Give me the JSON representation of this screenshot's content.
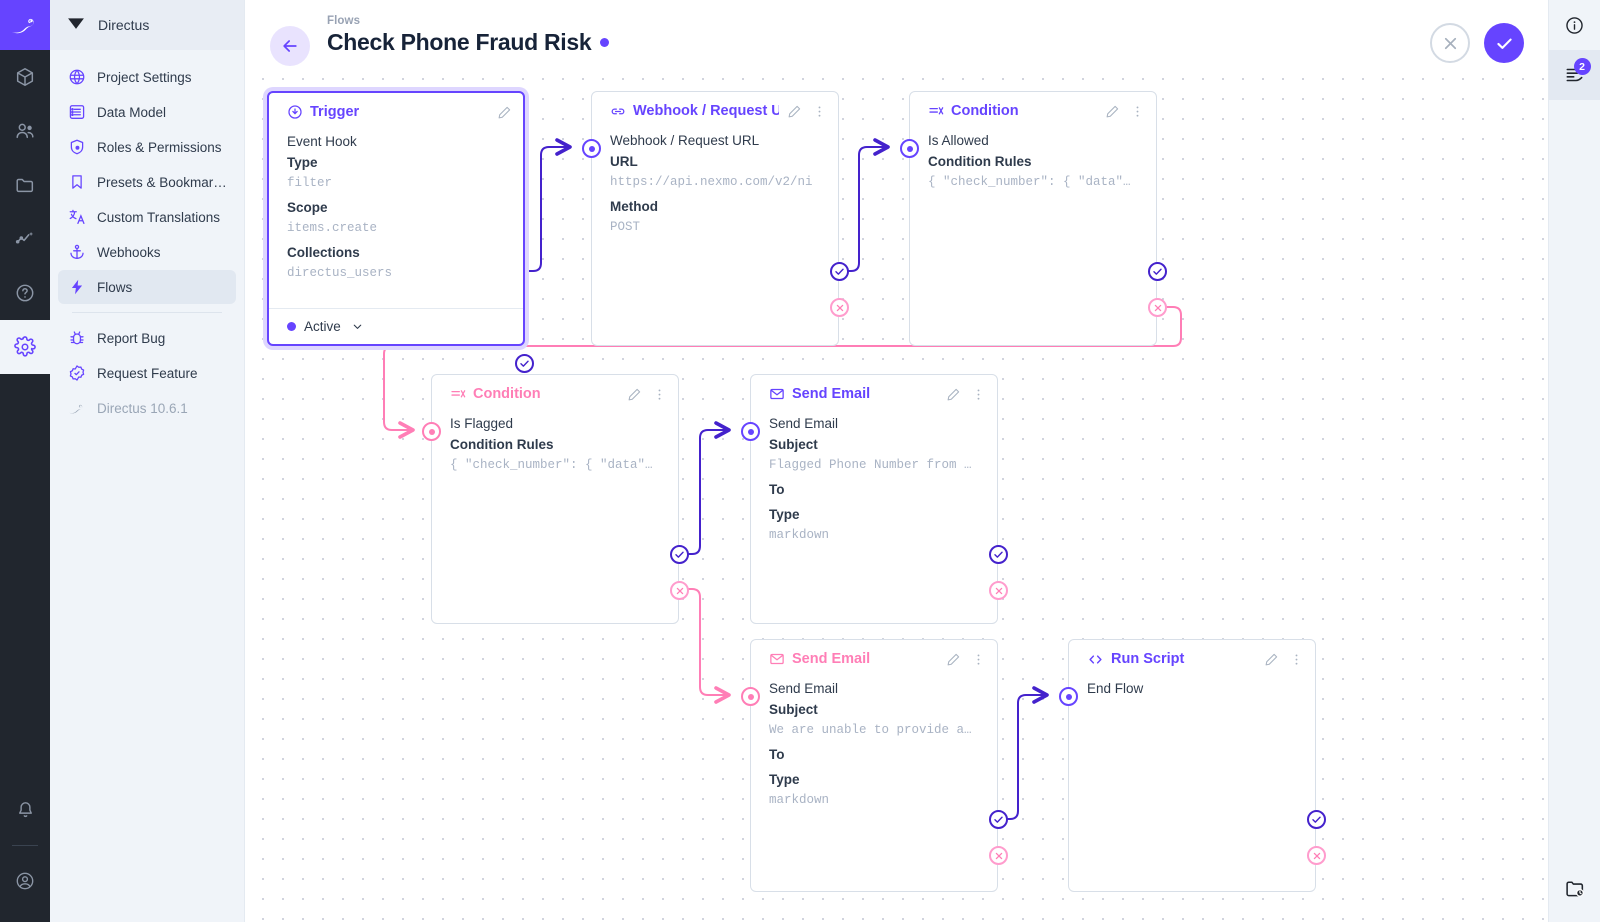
{
  "brand": {
    "name": "Directus",
    "accent": "#6644ff",
    "pink": "#ff7eb6"
  },
  "rail": {
    "items": [
      {
        "name": "content",
        "icon": "box-icon"
      },
      {
        "name": "users",
        "icon": "users-icon"
      },
      {
        "name": "files",
        "icon": "folder-icon"
      },
      {
        "name": "insights",
        "icon": "insights-icon"
      },
      {
        "name": "docs",
        "icon": "help-icon"
      },
      {
        "name": "settings",
        "icon": "gear-icon"
      }
    ],
    "bottom": [
      {
        "name": "notifications",
        "icon": "bell-icon"
      },
      {
        "name": "account",
        "icon": "account-icon"
      }
    ]
  },
  "sidebar": {
    "title": "Directus",
    "items": [
      {
        "label": "Project Settings",
        "icon": "globe-icon",
        "selected": false
      },
      {
        "label": "Data Model",
        "icon": "list-icon",
        "selected": false
      },
      {
        "label": "Roles & Permissions",
        "icon": "shield-icon",
        "selected": false
      },
      {
        "label": "Presets & Bookmar…",
        "icon": "bookmark-icon",
        "selected": false
      },
      {
        "label": "Custom Translations",
        "icon": "translate-icon",
        "selected": false
      },
      {
        "label": "Webhooks",
        "icon": "anchor-icon",
        "selected": false
      },
      {
        "label": "Flows",
        "icon": "bolt-icon",
        "selected": true
      }
    ],
    "secondary": [
      {
        "label": "Report Bug",
        "icon": "bug-icon"
      },
      {
        "label": "Request Feature",
        "icon": "badge-check-icon"
      }
    ],
    "version": "Directus 10.6.1"
  },
  "header": {
    "breadcrumb": "Flows",
    "title": "Check Phone Fraud Risk",
    "status_dot": true,
    "cancel_label": "",
    "save_label": ""
  },
  "right_sidebar": {
    "info_label": "",
    "logs_badge": "2"
  },
  "flow": {
    "nodes": [
      {
        "id": "trigger",
        "title": "Trigger",
        "icon": "trigger-icon",
        "color": "purple",
        "selected": true,
        "operation_name": "Event Hook",
        "fields": [
          {
            "label": "Type",
            "value": "filter"
          },
          {
            "label": "Scope",
            "value": "items.create"
          },
          {
            "label": "Collections",
            "value": "directus_users"
          }
        ],
        "footer": {
          "status": "Active"
        }
      },
      {
        "id": "webhook",
        "title": "Webhook / Request U",
        "icon": "link-icon",
        "color": "purple",
        "selected": false,
        "operation_name": "Webhook / Request URL",
        "fields": [
          {
            "label": "URL",
            "value": "https://api.nexmo.com/v2/ni"
          },
          {
            "label": "Method",
            "value": "POST"
          }
        ]
      },
      {
        "id": "cond_allowed",
        "title": "Condition",
        "icon": "condition-icon",
        "color": "purple",
        "selected": false,
        "operation_name": "Is Allowed",
        "fields": [
          {
            "label": "Condition Rules",
            "value": "{ \"check_number\": { \"data\"…"
          }
        ]
      },
      {
        "id": "cond_flagged",
        "title": "Condition",
        "icon": "condition-icon",
        "color": "pink",
        "selected": false,
        "operation_name": "Is Flagged",
        "fields": [
          {
            "label": "Condition Rules",
            "value": "{ \"check_number\": { \"data\"…"
          }
        ]
      },
      {
        "id": "email_flagged",
        "title": "Send Email",
        "icon": "mail-icon",
        "color": "purple",
        "selected": false,
        "operation_name": "Send Email",
        "fields": [
          {
            "label": "Subject",
            "value": "Flagged Phone Number from …"
          },
          {
            "label": "To",
            "value": ""
          },
          {
            "label": "Type",
            "value": "markdown"
          }
        ]
      },
      {
        "id": "email_unable",
        "title": "Send Email",
        "icon": "mail-icon",
        "color": "pink",
        "selected": false,
        "operation_name": "Send Email",
        "fields": [
          {
            "label": "Subject",
            "value": "We are unable to provide a…"
          },
          {
            "label": "To",
            "value": ""
          },
          {
            "label": "Type",
            "value": "markdown"
          }
        ]
      },
      {
        "id": "run_script",
        "title": "Run Script",
        "icon": "code-icon",
        "color": "purple",
        "selected": false,
        "operation_name": "End Flow",
        "fields": []
      }
    ]
  }
}
